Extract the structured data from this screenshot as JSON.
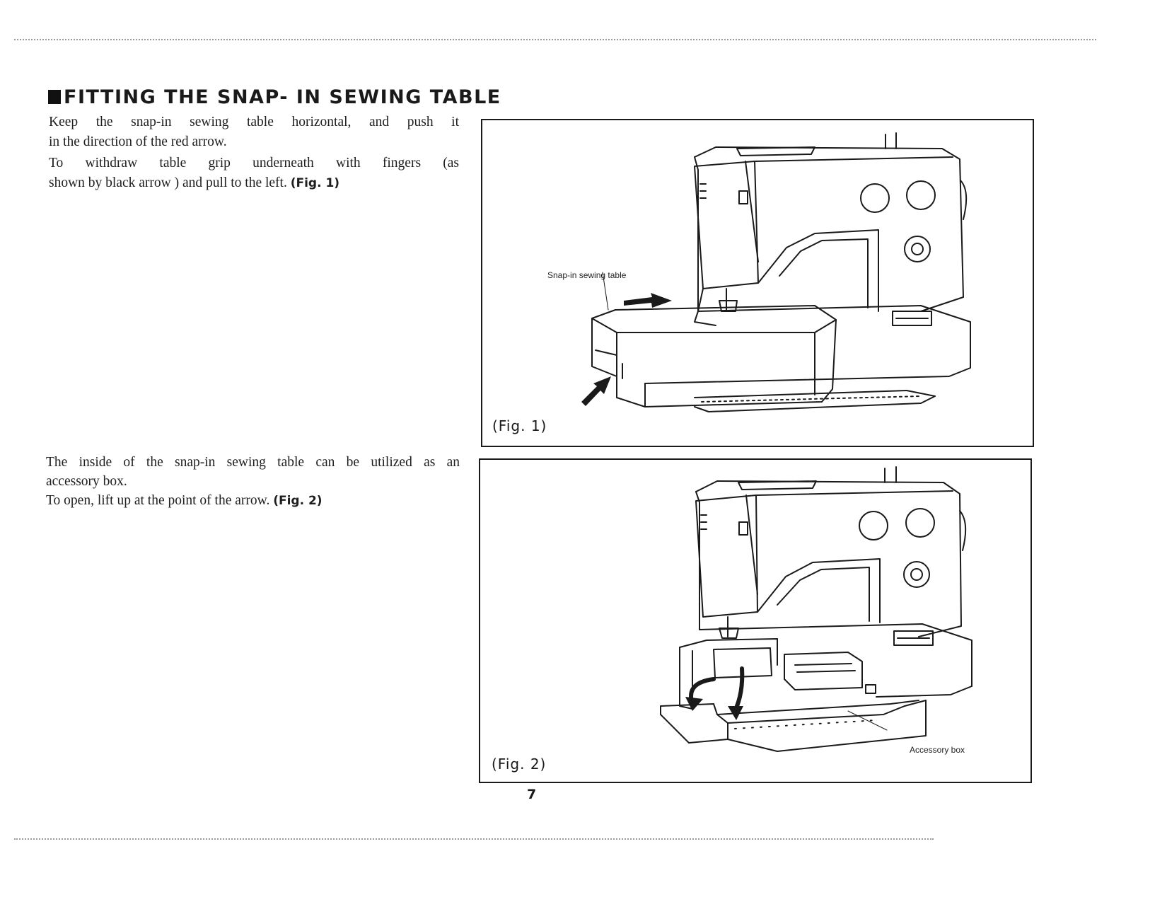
{
  "section": {
    "title": "FITTING THE SNAP- IN  SEWING TABLE"
  },
  "paragraph1": {
    "line1": "Keep the snap-in sewing table horizontal, and push it",
    "line2": "in the direction of the  red  arrow.",
    "line3": "To withdraw table grip underneath with fingers (as",
    "line4_text": "shown  by  black  arrow )  and  pull  to  the  left.",
    "line4_ref": "(Fig. 1)"
  },
  "paragraph2": {
    "line1": "The inside of the snap-in sewing table can be utilized as an",
    "line2": "accessory box.",
    "line3_text": "To open,  lift  up at  the  point  of the arrow.",
    "line3_ref": "(Fig. 2)"
  },
  "figure1": {
    "label": "(Fig. 1)",
    "callout": "Snap-in sewing table"
  },
  "figure2": {
    "label": "(Fig. 2)",
    "callout": "Accessory box"
  },
  "footer": {
    "page_number": "7"
  }
}
